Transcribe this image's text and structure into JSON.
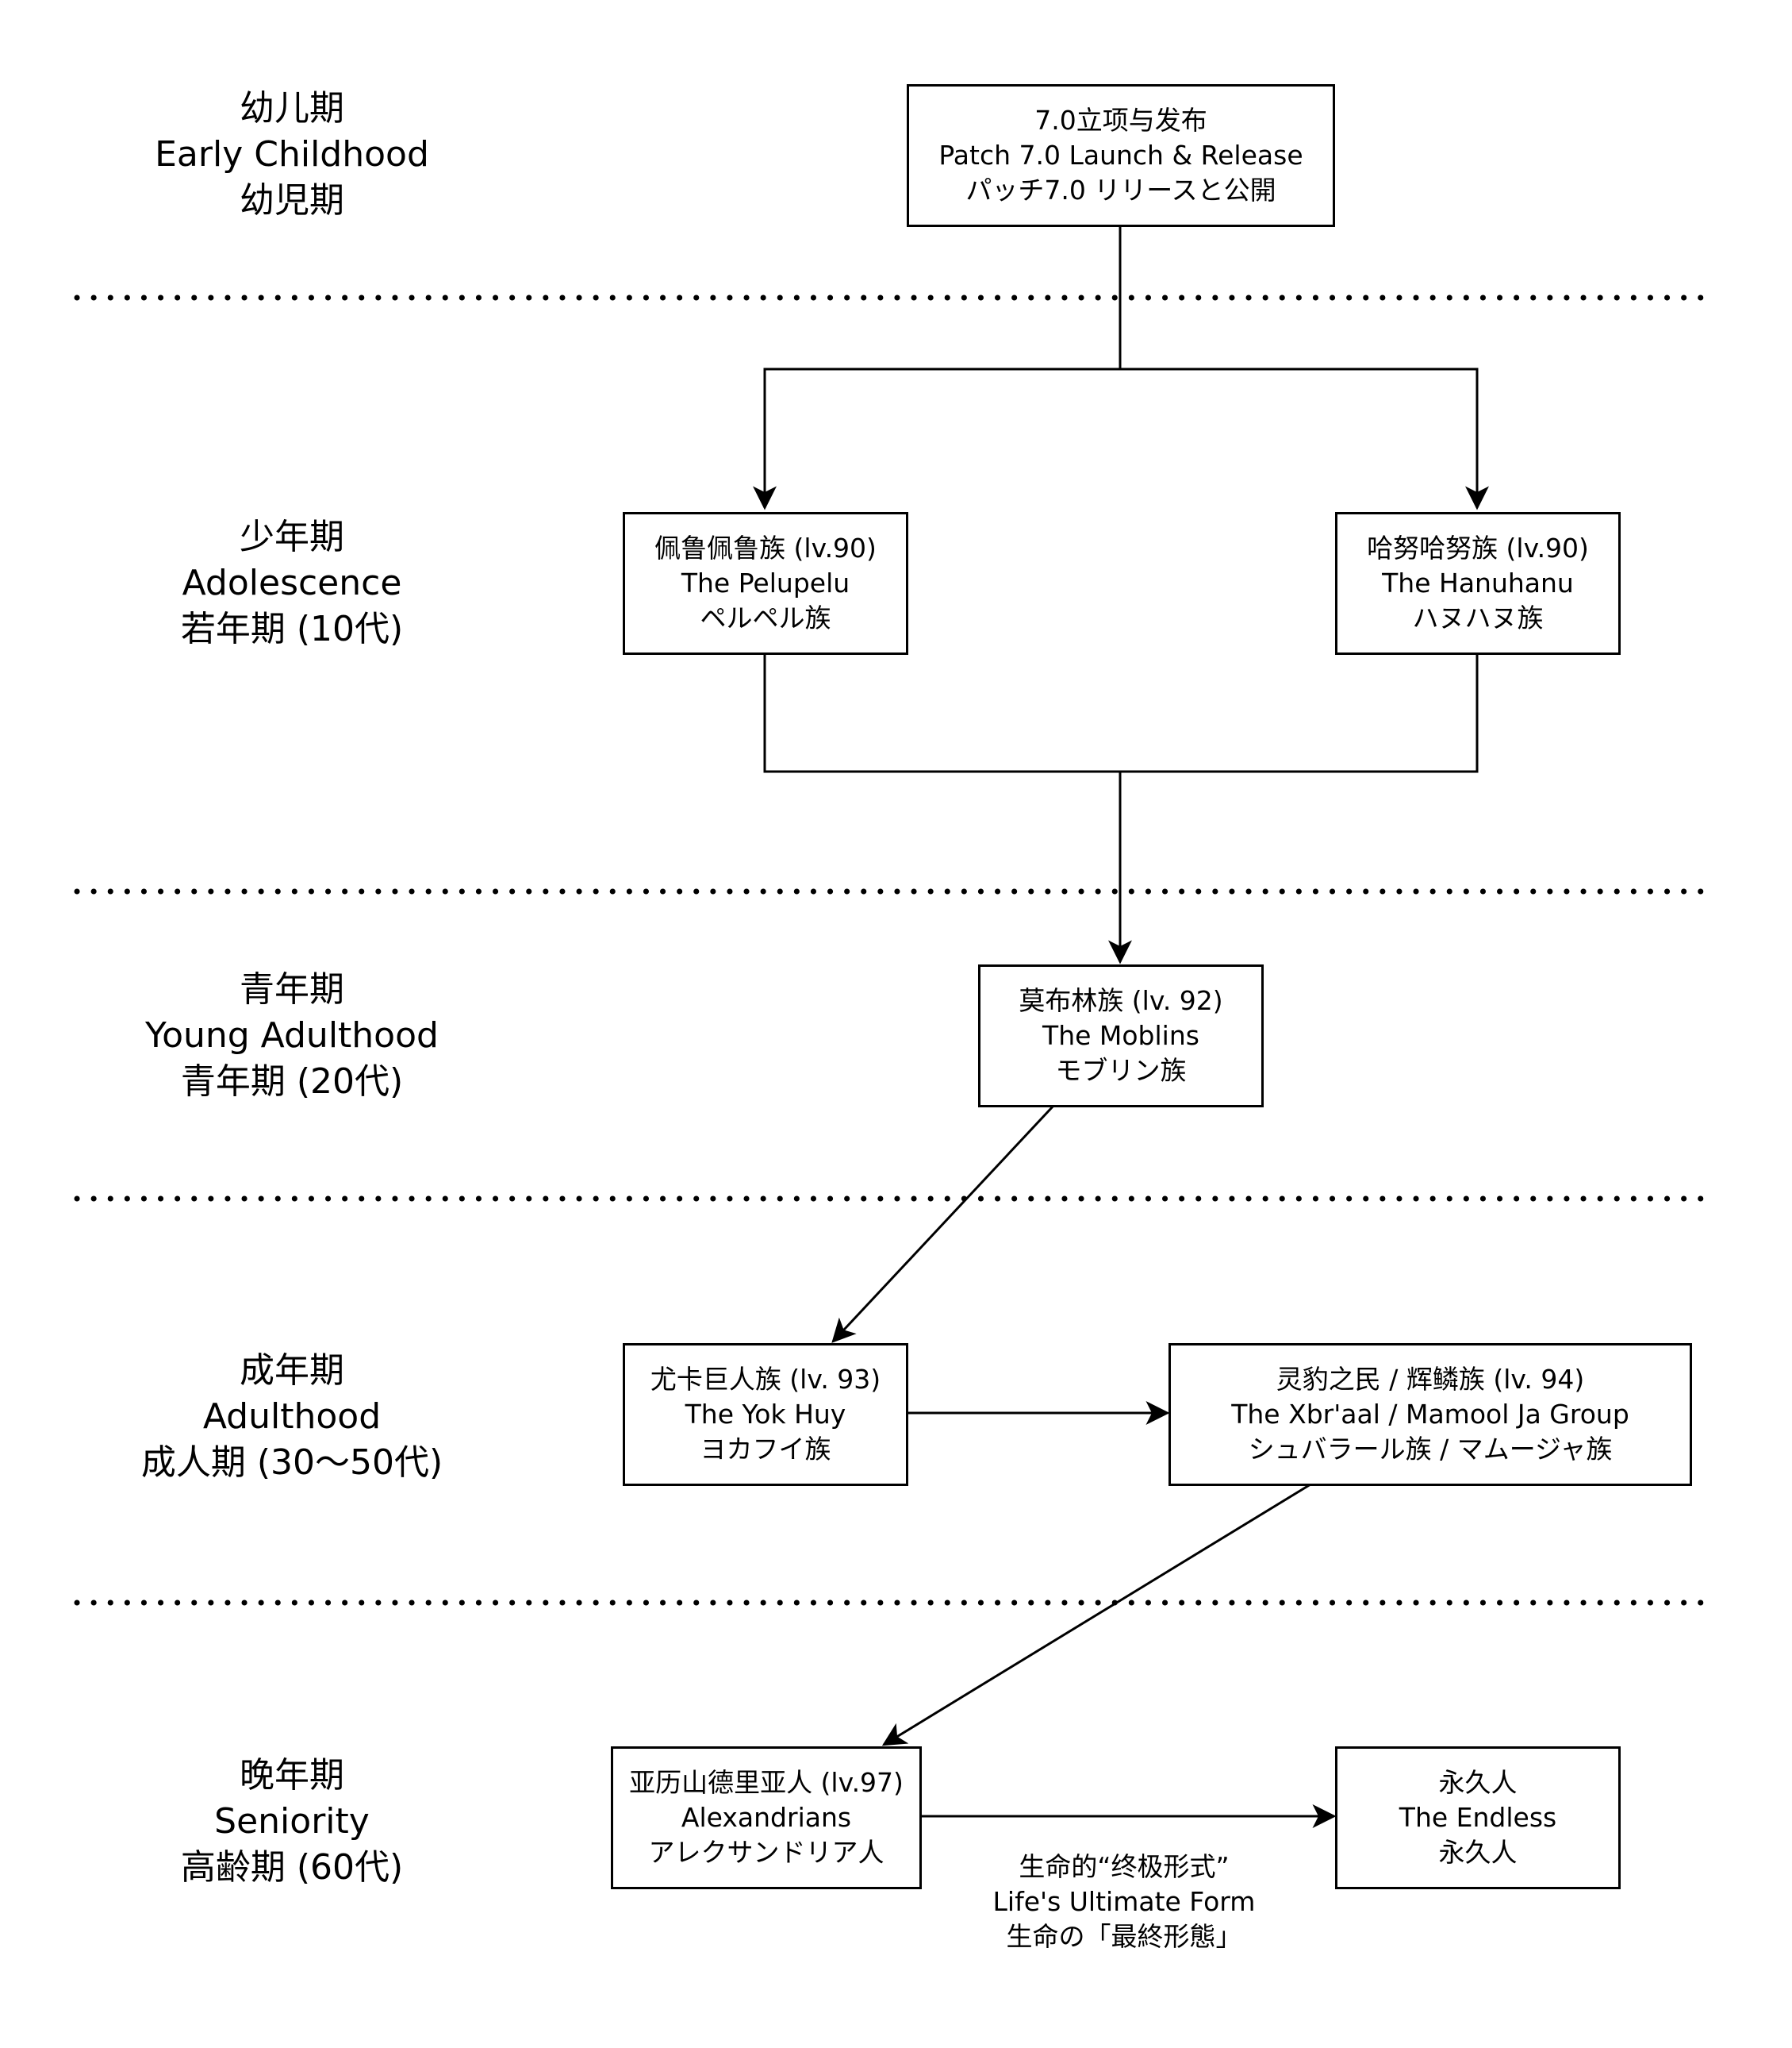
{
  "stages": [
    {
      "zh": "幼儿期",
      "en": "Early Childhood",
      "ja": "幼児期"
    },
    {
      "zh": "少年期",
      "en": "Adolescence",
      "ja": "若年期 (10代)"
    },
    {
      "zh": "青年期",
      "en": "Young Adulthood",
      "ja": "青年期 (20代)"
    },
    {
      "zh": "成年期",
      "en": "Adulthood",
      "ja": "成人期 (30〜50代)"
    },
    {
      "zh": "晚年期",
      "en": "Seniority",
      "ja": "高齢期 (60代)"
    }
  ],
  "nodes": {
    "launch": {
      "zh": "7.0立项与发布",
      "en": "Patch 7.0 Launch & Release",
      "ja": "パッチ7.0 リリースと公開"
    },
    "pelupelu": {
      "zh": "佩鲁佩鲁族 (lv.90)",
      "en": "The Pelupelu",
      "ja": "ペルペル族"
    },
    "hanuhanu": {
      "zh": "哈努哈努族 (lv.90)",
      "en": "The Hanuhanu",
      "ja": "ハヌハヌ族"
    },
    "moblins": {
      "zh": "莫布林族 (lv. 92)",
      "en": "The Moblins",
      "ja": "モブリン族"
    },
    "yokhuy": {
      "zh": "尤卡巨人族 (lv. 93)",
      "en": "The Yok Huy",
      "ja": "ヨカフイ族"
    },
    "xbraal": {
      "zh": "灵豹之民 / 辉鳞族 (lv. 94)",
      "en": "The Xbr'aal / Mamool Ja Group",
      "ja": "シュバラール族 / マムージャ族"
    },
    "alexandrians": {
      "zh": "亚历山德里亚人 (lv.97)",
      "en": "Alexandrians",
      "ja": "アレクサンドリア人"
    },
    "endless": {
      "zh": "永久人",
      "en": "The Endless",
      "ja": "永久人"
    }
  },
  "edge_label": {
    "zh": "生命的“终极形式”",
    "en": "Life's Ultimate Form",
    "ja": "生命の「最終形態」"
  }
}
